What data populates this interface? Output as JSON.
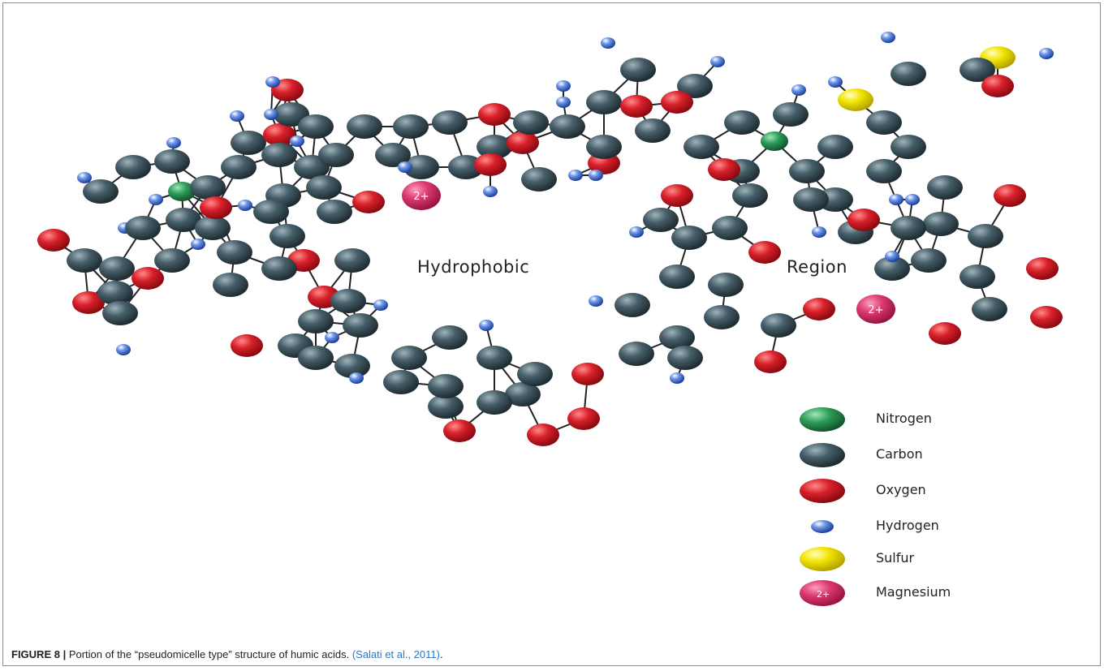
{
  "diagram": {
    "region_labels": [
      "Hydrophobic",
      "Region"
    ],
    "ion_label": "2+",
    "legend": [
      {
        "label": "Nitrogen",
        "atom": "nitrogen"
      },
      {
        "label": "Carbon",
        "atom": "carbon"
      },
      {
        "label": "Oxygen",
        "atom": "oxygen"
      },
      {
        "label": "Hydrogen",
        "atom": "hydrogen"
      },
      {
        "label": "Sulfur",
        "atom": "sulfur"
      },
      {
        "label": "Magnesium",
        "atom": "magnesium"
      }
    ],
    "colors": {
      "nitrogen": "#2e9e5a",
      "carbon": "#3e5560",
      "oxygen": "#d0202a",
      "hydrogen": "#2f5fc4",
      "sulfur": "#f0e000",
      "magnesium": "#d8346a"
    }
  },
  "caption": {
    "label": "FIGURE 8 |",
    "text": " Portion of the “pseudomicelle type” structure of humic acids. ",
    "citation": "(Salati et al., 2011)",
    "end": "."
  }
}
